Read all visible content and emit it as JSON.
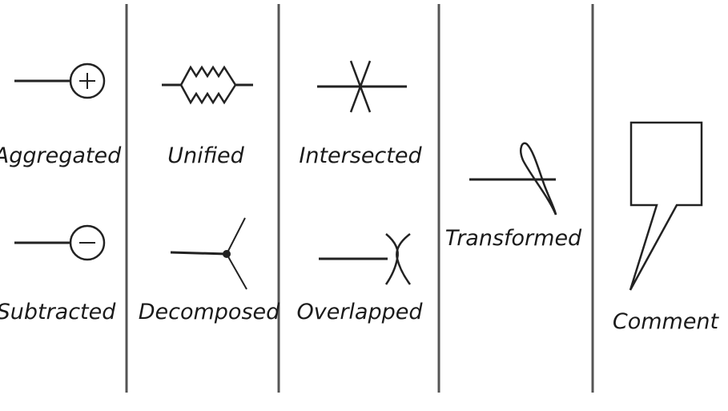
{
  "symbols": {
    "aggregated": {
      "label": "Aggregated",
      "icon": "plus-circle-connector"
    },
    "subtracted": {
      "label": "Subtracted",
      "icon": "minus-circle-connector"
    },
    "unified": {
      "label": "Unified",
      "icon": "zigzag-diamond-connector"
    },
    "decomposed": {
      "label": "Decomposed",
      "icon": "fork-dot-connector"
    },
    "intersected": {
      "label": "Intersected",
      "icon": "cross-x-connector"
    },
    "overlapped": {
      "label": "Overlapped",
      "icon": "bowtie-loop-connector"
    },
    "transformed": {
      "label": "Transformed",
      "icon": "twisted-loop-connector"
    },
    "comment": {
      "label": "Comment",
      "icon": "speech-callout"
    }
  },
  "colors": {
    "ink": "#222222",
    "divider": "#555555",
    "background": "#ffffff"
  }
}
